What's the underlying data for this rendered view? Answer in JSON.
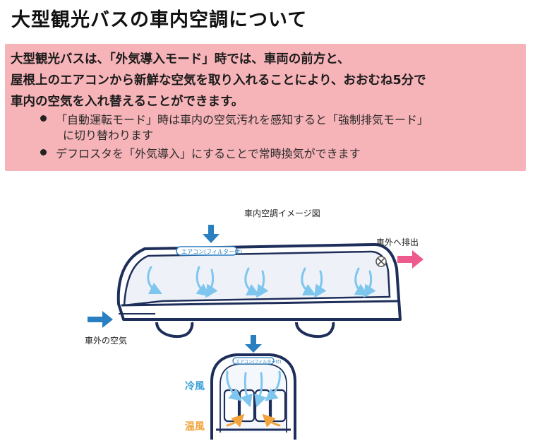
{
  "title": "大型観光バスの車内空調について",
  "lead_lines": [
    "大型観光バスは、「外気導入モード」時では、車両の前方と、",
    "屋根上のエアコンから新鮮な空気を取り入れることにより、おおむね5分で",
    "車内の空気を入れ替えることができます。"
  ],
  "bullets": [
    {
      "line1": "「自動運転モード」時は車内の空気汚れを感知すると「強制排気モード」",
      "line2": "に切り替わります"
    },
    {
      "line1": "デフロスタを「外気導入」にすることで常時換気ができます",
      "line2": ""
    }
  ],
  "diagram": {
    "title": "車内空調イメージ図",
    "ac_label": "エアコン(フィルター付)",
    "ac_label_small": "エアコン(フィルター付)",
    "exhaust_label": "車外へ排出",
    "intake_label": "車外の空気",
    "cool_label": "冷風",
    "warm_label": "温風"
  },
  "colors": {
    "box_bg": "#f6b3b8",
    "arrow_blue": "#2a7fc0",
    "arrow_pink": "#ee5a8e",
    "air_blue": "#7fc6ee",
    "warm_orange": "#f2a33a",
    "outline_navy": "#1e2e5a"
  }
}
